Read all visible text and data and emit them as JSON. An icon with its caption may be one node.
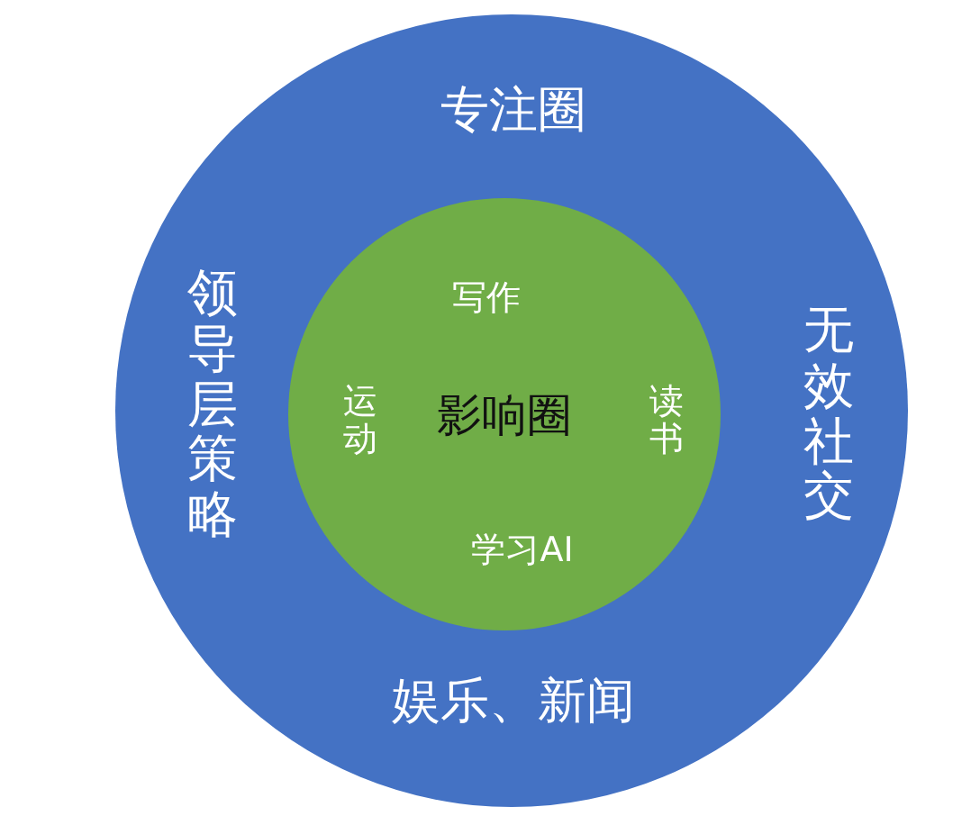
{
  "diagram": {
    "nodes": [
      {
        "text": [
          "专注圈",
          "领导层策略",
          "无效社交",
          "娱乐、新闻"
        ]
      },
      {
        "text": [
          "写作",
          "运动",
          "影响圈",
          "读书",
          "学习AI"
        ],
        "in": 0
      }
    ]
  }
}
